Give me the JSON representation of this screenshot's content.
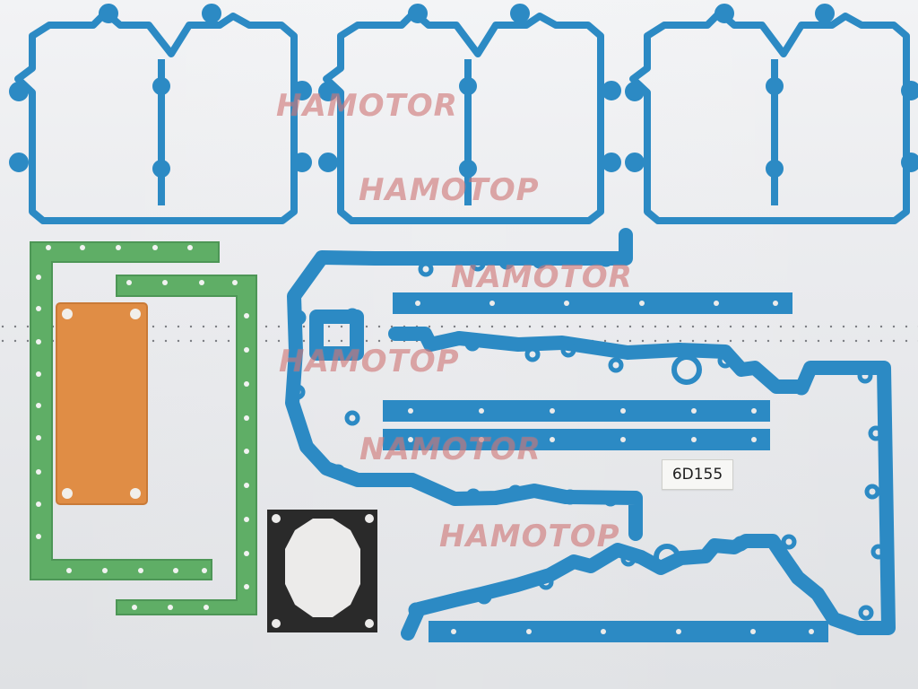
{
  "watermarks": {
    "line_1": "HAMOTOR",
    "line_2": "HAMOTOP",
    "line_3": "NAMOTOR",
    "line_4": "HAMOTOP",
    "line_5": "NAMOTOR",
    "line_6": "HAMOTOP"
  },
  "part_label": {
    "text": "6D155"
  },
  "colors": {
    "blue_gasket": "#2c8ac4",
    "green_gasket": "#5fae66",
    "orange_gasket": "#e08d45",
    "black_gasket": "#2a2a2a",
    "background": "#ececee"
  }
}
